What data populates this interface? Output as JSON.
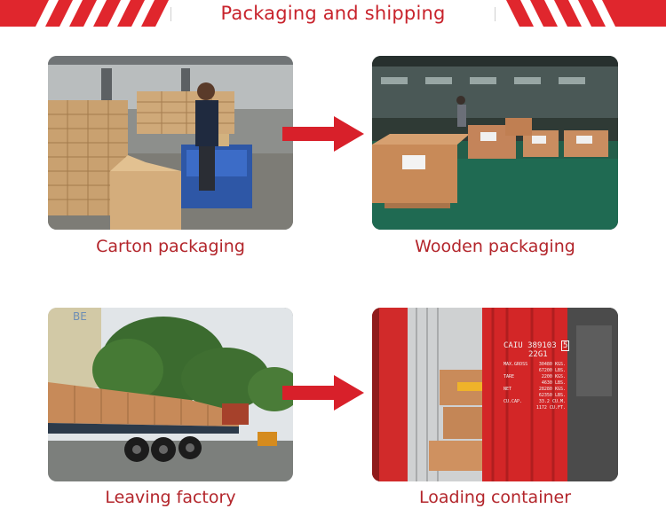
{
  "banner": {
    "title": "Packaging and shipping",
    "accent_color": "#e0262d"
  },
  "steps": [
    {
      "caption": "Carton packaging",
      "image": "worker-packing-cartons-photo"
    },
    {
      "caption": "Wooden packaging",
      "image": "wooden-crates-warehouse-photo"
    },
    {
      "caption": "Leaving factory",
      "image": "truck-with-crates-photo"
    },
    {
      "caption": "Loading container",
      "image": "shipping-container-loading-photo"
    }
  ],
  "container_marking": {
    "owner_code": "CAIU",
    "serial": "389103",
    "check_digit": "5",
    "type_code": "22G1",
    "weights": [
      {
        "label": "MAX.GROSS",
        "value": "30480 KGS."
      },
      {
        "label": "",
        "value": "67200 LBS."
      },
      {
        "label": "TARE",
        "value": "2200 KGS."
      },
      {
        "label": "",
        "value": "4630 LBS."
      },
      {
        "label": "NET",
        "value": "28280 KGS."
      },
      {
        "label": "",
        "value": "62350 LBS."
      },
      {
        "label": "CU.CAP.",
        "value": "33.2 CU.M."
      },
      {
        "label": "",
        "value": "1172 CU.FT."
      }
    ]
  },
  "building_sign": "BE",
  "arrow_color": "#d8202a"
}
